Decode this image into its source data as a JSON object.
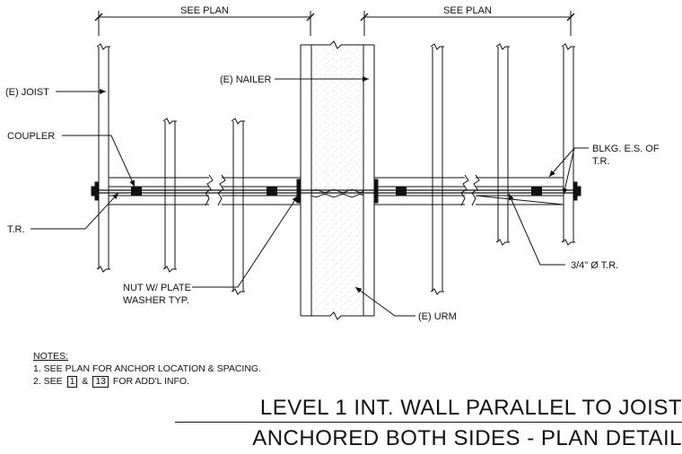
{
  "dimensions": {
    "left": "SEE PLAN",
    "right": "SEE PLAN"
  },
  "labels": {
    "joist": "(E) JOIST",
    "nailer": "(E) NAILER",
    "coupler": "COUPLER",
    "blocking_1": "BLKG. E.S. OF",
    "blocking_2": "T.R.",
    "tr": "T.R.",
    "rod": "3/4\" Ø T.R.",
    "nut_1": "NUT W/ PLATE",
    "nut_2": "WASHER TYP.",
    "urm": "(E) URM"
  },
  "notes": {
    "heading": "NOTES:",
    "note1": "1.  SEE PLAN FOR ANCHOR LOCATION & SPACING.",
    "note2_prefix": "2.  SEE",
    "ref_a": "1",
    "amp": "&",
    "ref_b": "13",
    "note2_suffix": "FOR ADD'L INFO."
  },
  "title": {
    "line1": "LEVEL 1 INT. WALL PARALLEL TO JOIST",
    "line2": "ANCHORED  BOTH SIDES - PLAN DETAIL"
  },
  "colors": {
    "ink": "#111111",
    "wall_hatch": "#b9b9b9",
    "paper": "#ffffff"
  }
}
